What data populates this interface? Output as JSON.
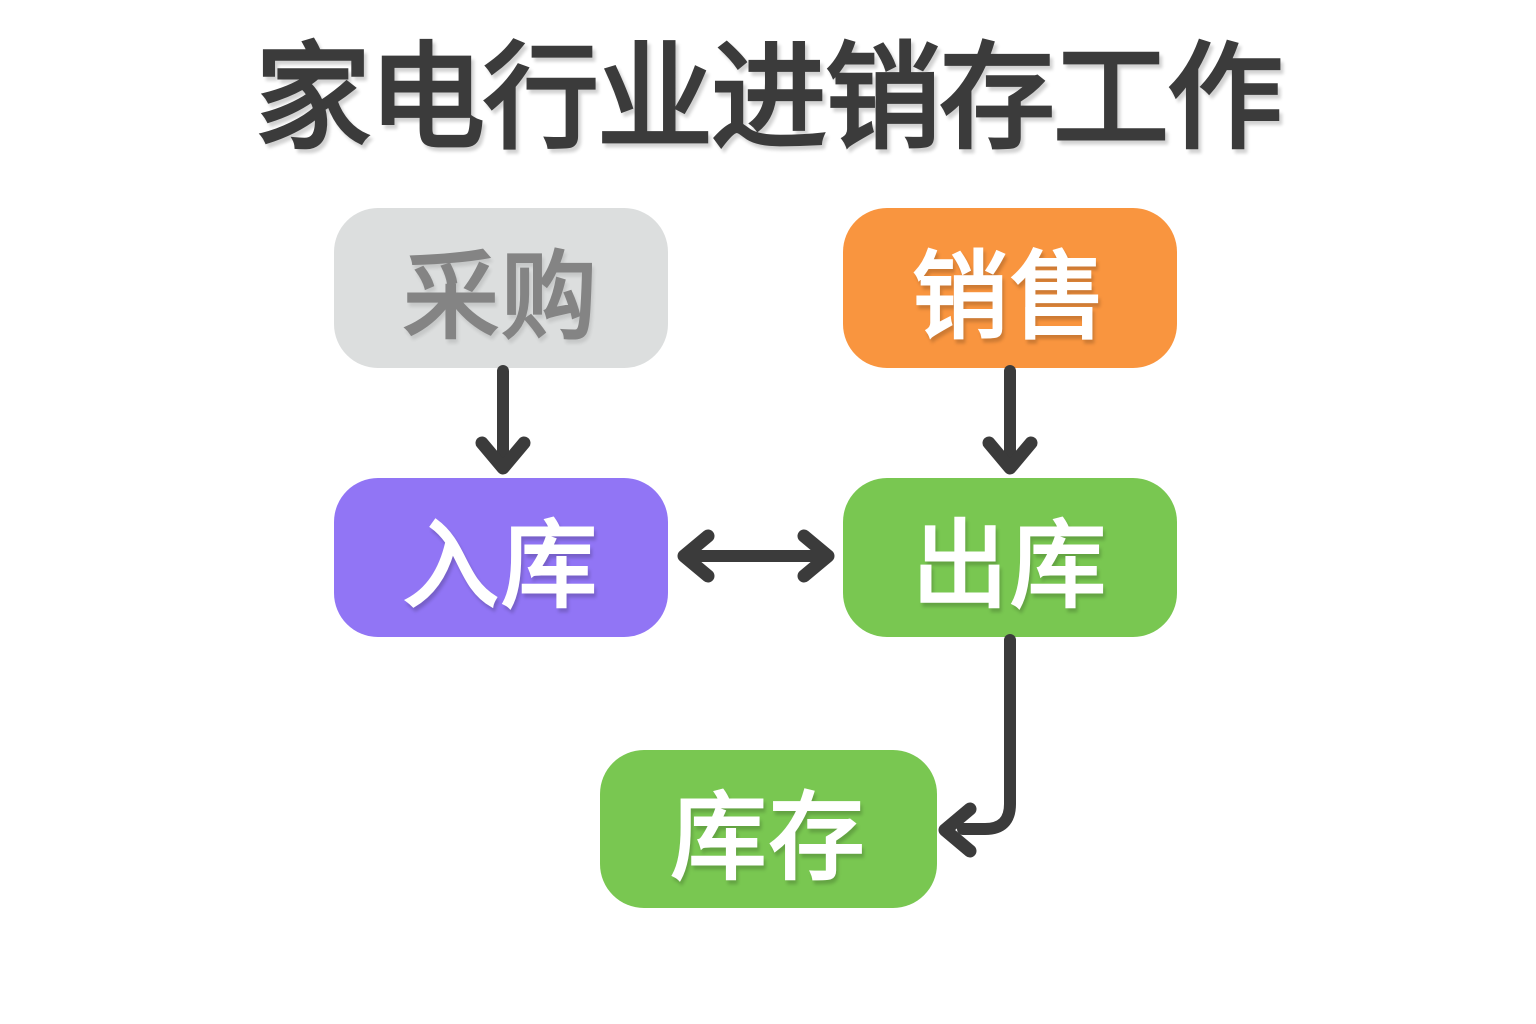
{
  "title": "家电行业进销存工作",
  "colors": {
    "background": "#ffffff",
    "title_text": "#3b3b3b",
    "arrow": "#3b3b3b",
    "gray_box_bg": "#dcdede",
    "gray_box_text": "#848484",
    "orange_box_bg": "#f9953f",
    "purple_box_bg": "#9175f5",
    "green_box_bg": "#79c751",
    "box_text": "#ffffff"
  },
  "nodes": [
    {
      "id": "purchase",
      "label": "采购",
      "fill": "#dcdede",
      "text_color": "#848484"
    },
    {
      "id": "sales",
      "label": "销售",
      "fill": "#f9953f",
      "text_color": "#ffffff"
    },
    {
      "id": "inbound",
      "label": "入库",
      "fill": "#9175f5",
      "text_color": "#ffffff"
    },
    {
      "id": "outbound",
      "label": "出库",
      "fill": "#79c751",
      "text_color": "#ffffff"
    },
    {
      "id": "inventory",
      "label": "库存",
      "fill": "#79c751",
      "text_color": "#ffffff"
    }
  ],
  "edges": [
    {
      "from": "purchase",
      "to": "inbound",
      "direction": "down"
    },
    {
      "from": "sales",
      "to": "outbound",
      "direction": "down"
    },
    {
      "from": "inbound",
      "to": "outbound",
      "direction": "bidirectional"
    },
    {
      "from": "outbound",
      "to": "inventory",
      "direction": "elbow-down-left"
    }
  ]
}
